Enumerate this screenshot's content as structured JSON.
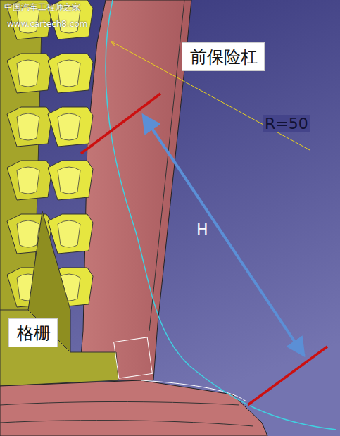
{
  "diagram": {
    "nodes": [
      {
        "text": [
          "前保险杠"
        ]
      },
      {
        "text": [
          "格栅"
        ]
      }
    ],
    "labels": [
      "中国汽车工程师之家",
      "www.cartech8.com",
      "R=50",
      "H"
    ]
  }
}
